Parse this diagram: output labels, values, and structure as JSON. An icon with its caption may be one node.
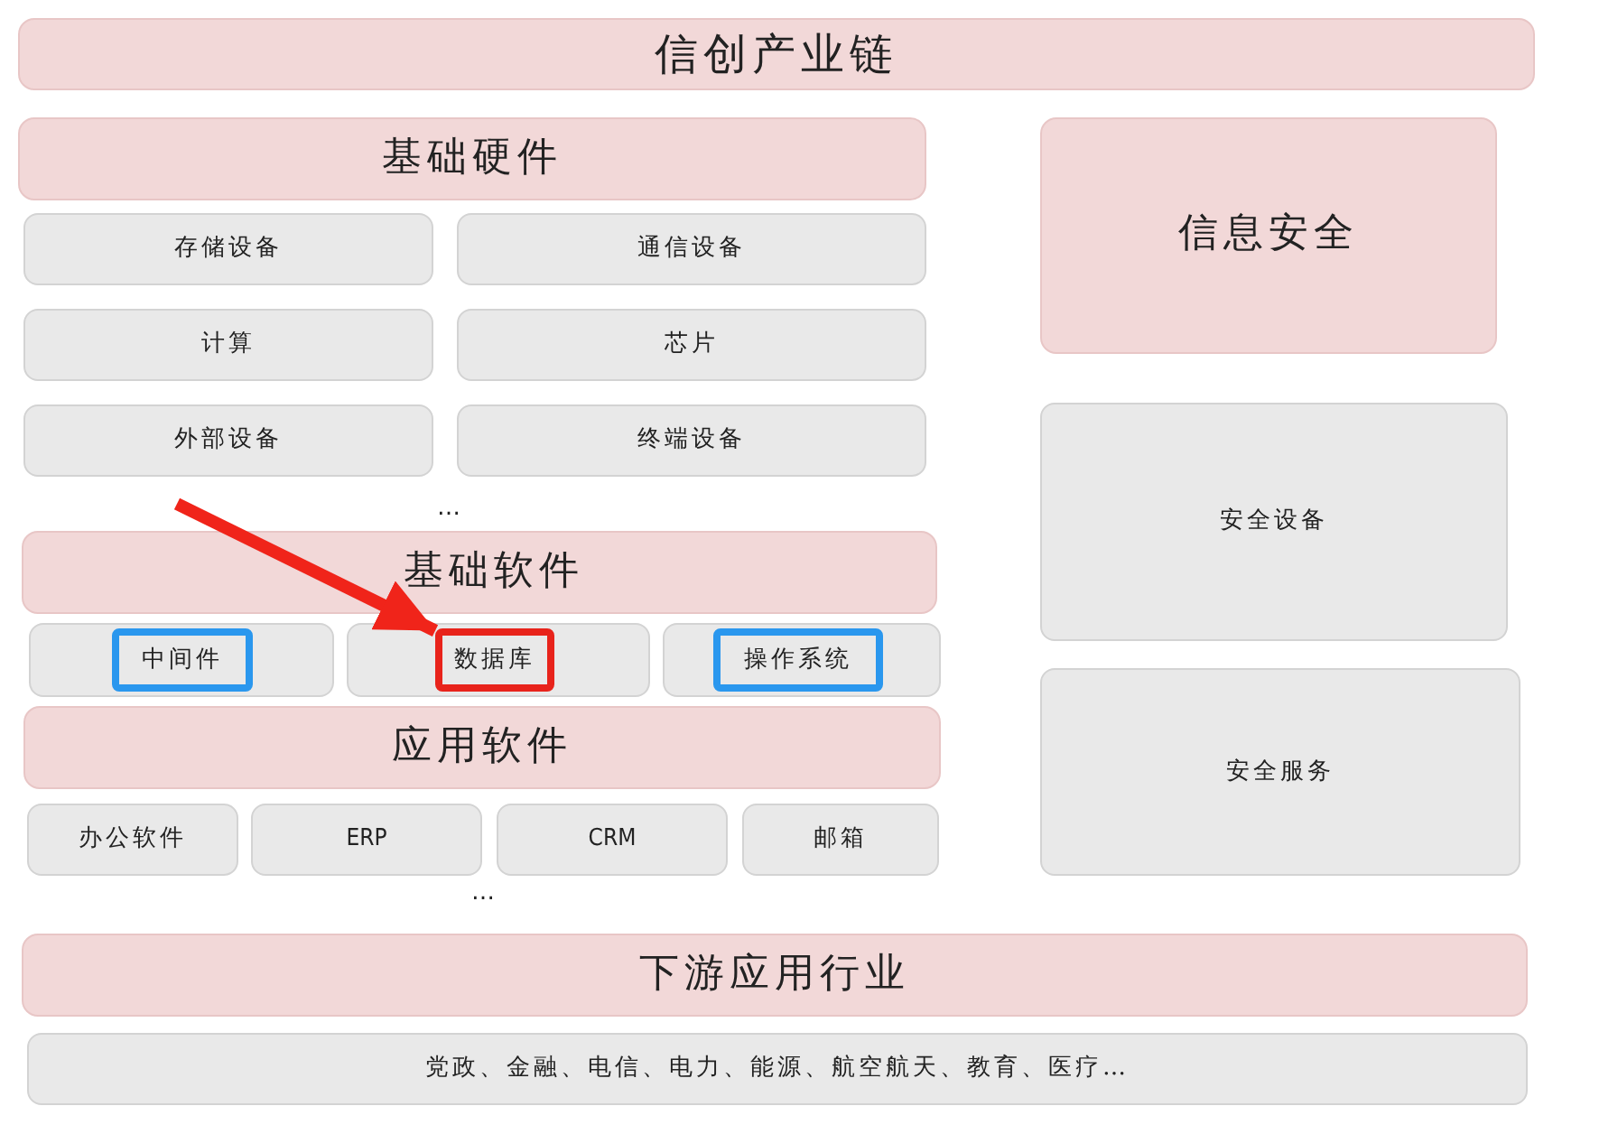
{
  "diagram": {
    "nodes": [
      {
        "text": [
          "信创产业链"
        ]
      },
      {
        "text": [
          "基础硬件"
        ]
      },
      {
        "text": [
          "信息安全"
        ]
      },
      {
        "text": [
          "存储设备"
        ]
      },
      {
        "text": [
          "通信设备"
        ]
      },
      {
        "text": [
          "计算"
        ]
      },
      {
        "text": [
          "芯片"
        ]
      },
      {
        "text": [
          "外部设备"
        ]
      },
      {
        "text": [
          "终端设备"
        ]
      },
      {
        "text": [
          "安全设备"
        ]
      },
      {
        "text": [
          "基础软件"
        ]
      },
      {
        "text": [],
        "shape": "box"
      },
      {
        "text": [
          "中间件"
        ],
        "in": 11
      },
      {
        "text": [],
        "shape": "box"
      },
      {
        "text": [
          "数据库"
        ],
        "in": 13
      },
      {
        "text": [],
        "shape": "box"
      },
      {
        "text": [
          "操作系统"
        ],
        "in": 15
      },
      {
        "text": [
          "安全服务"
        ]
      },
      {
        "text": [
          "应用软件"
        ]
      },
      {
        "text": [
          "办公软件"
        ]
      },
      {
        "text": [
          "ERP"
        ]
      },
      {
        "text": [
          "CRM"
        ]
      },
      {
        "text": [
          "邮箱"
        ]
      },
      {
        "text": [
          "下游应用行业"
        ]
      },
      {
        "text": [
          "党政、金融、电信、电力、能源、航空航天、教育、医疗…"
        ]
      }
    ],
    "edges": [
      {
        "from": null,
        "to": 14,
        "arrow": "to",
        "color": "#f0241a"
      }
    ],
    "labels": [
      "…",
      "…"
    ]
  }
}
